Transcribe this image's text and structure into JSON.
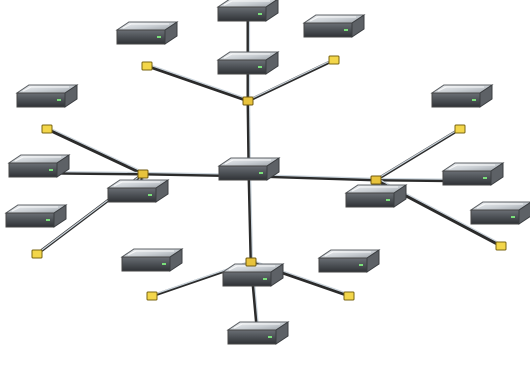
{
  "diagram": {
    "type": "extended-star-network",
    "node_icon": "hard-drive-icon",
    "connector_icon": "hub-connector-icon",
    "colors": {
      "background": "#ffffff",
      "cable": "#2b2b2b",
      "cable_highlight": "#c9d3db",
      "connector": "#f3d64a",
      "drive_body": "#cfd4d8",
      "drive_face": "#4a4e53"
    },
    "nodes": [
      {
        "id": "center"
      },
      {
        "id": "hub-top"
      },
      {
        "id": "hub-left"
      },
      {
        "id": "hub-right"
      },
      {
        "id": "hub-bottom"
      },
      {
        "id": "top-left"
      },
      {
        "id": "top-center"
      },
      {
        "id": "top-top"
      },
      {
        "id": "top-right"
      },
      {
        "id": "left-top"
      },
      {
        "id": "left-middle"
      },
      {
        "id": "left-inner"
      },
      {
        "id": "left-bottom"
      },
      {
        "id": "right-top"
      },
      {
        "id": "right-middle"
      },
      {
        "id": "right-inner"
      },
      {
        "id": "right-bottom"
      },
      {
        "id": "bottom-left"
      },
      {
        "id": "bottom-center"
      },
      {
        "id": "bottom-right"
      },
      {
        "id": "bottom-bottom"
      }
    ],
    "links": [
      [
        "center",
        "hub-top"
      ],
      [
        "center",
        "hub-left"
      ],
      [
        "center",
        "hub-right"
      ],
      [
        "center",
        "hub-bottom"
      ],
      [
        "hub-top",
        "top-left"
      ],
      [
        "hub-top",
        "top-center"
      ],
      [
        "hub-top",
        "top-top"
      ],
      [
        "hub-top",
        "top-right"
      ],
      [
        "hub-left",
        "left-top"
      ],
      [
        "hub-left",
        "left-middle"
      ],
      [
        "hub-left",
        "left-inner"
      ],
      [
        "hub-left",
        "left-bottom"
      ],
      [
        "hub-right",
        "right-top"
      ],
      [
        "hub-right",
        "right-middle"
      ],
      [
        "hub-right",
        "right-inner"
      ],
      [
        "hub-right",
        "right-bottom"
      ],
      [
        "hub-bottom",
        "bottom-left"
      ],
      [
        "hub-bottom",
        "bottom-center"
      ],
      [
        "hub-bottom",
        "bottom-right"
      ],
      [
        "hub-bottom",
        "bottom-bottom"
      ]
    ]
  }
}
